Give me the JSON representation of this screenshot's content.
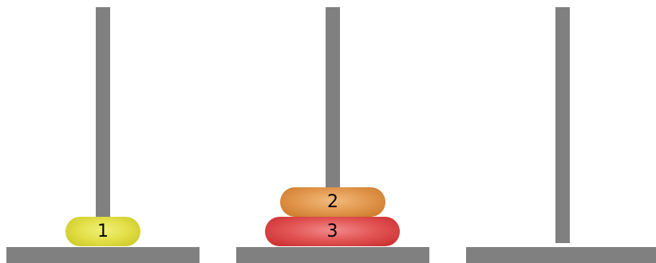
{
  "game": {
    "colors": {
      "peg": "#808080",
      "base": "#808080",
      "background": "#ffffff"
    },
    "pegs": [
      {
        "disks": [
          "1"
        ]
      },
      {
        "disks": [
          "2",
          "3"
        ]
      },
      {
        "disks": []
      }
    ],
    "disks": {
      "d1": {
        "label": "1",
        "color": "#e3e04a"
      },
      "d2": {
        "label": "2",
        "color": "#e39a51"
      },
      "d3": {
        "label": "3",
        "color": "#e35656"
      }
    }
  }
}
